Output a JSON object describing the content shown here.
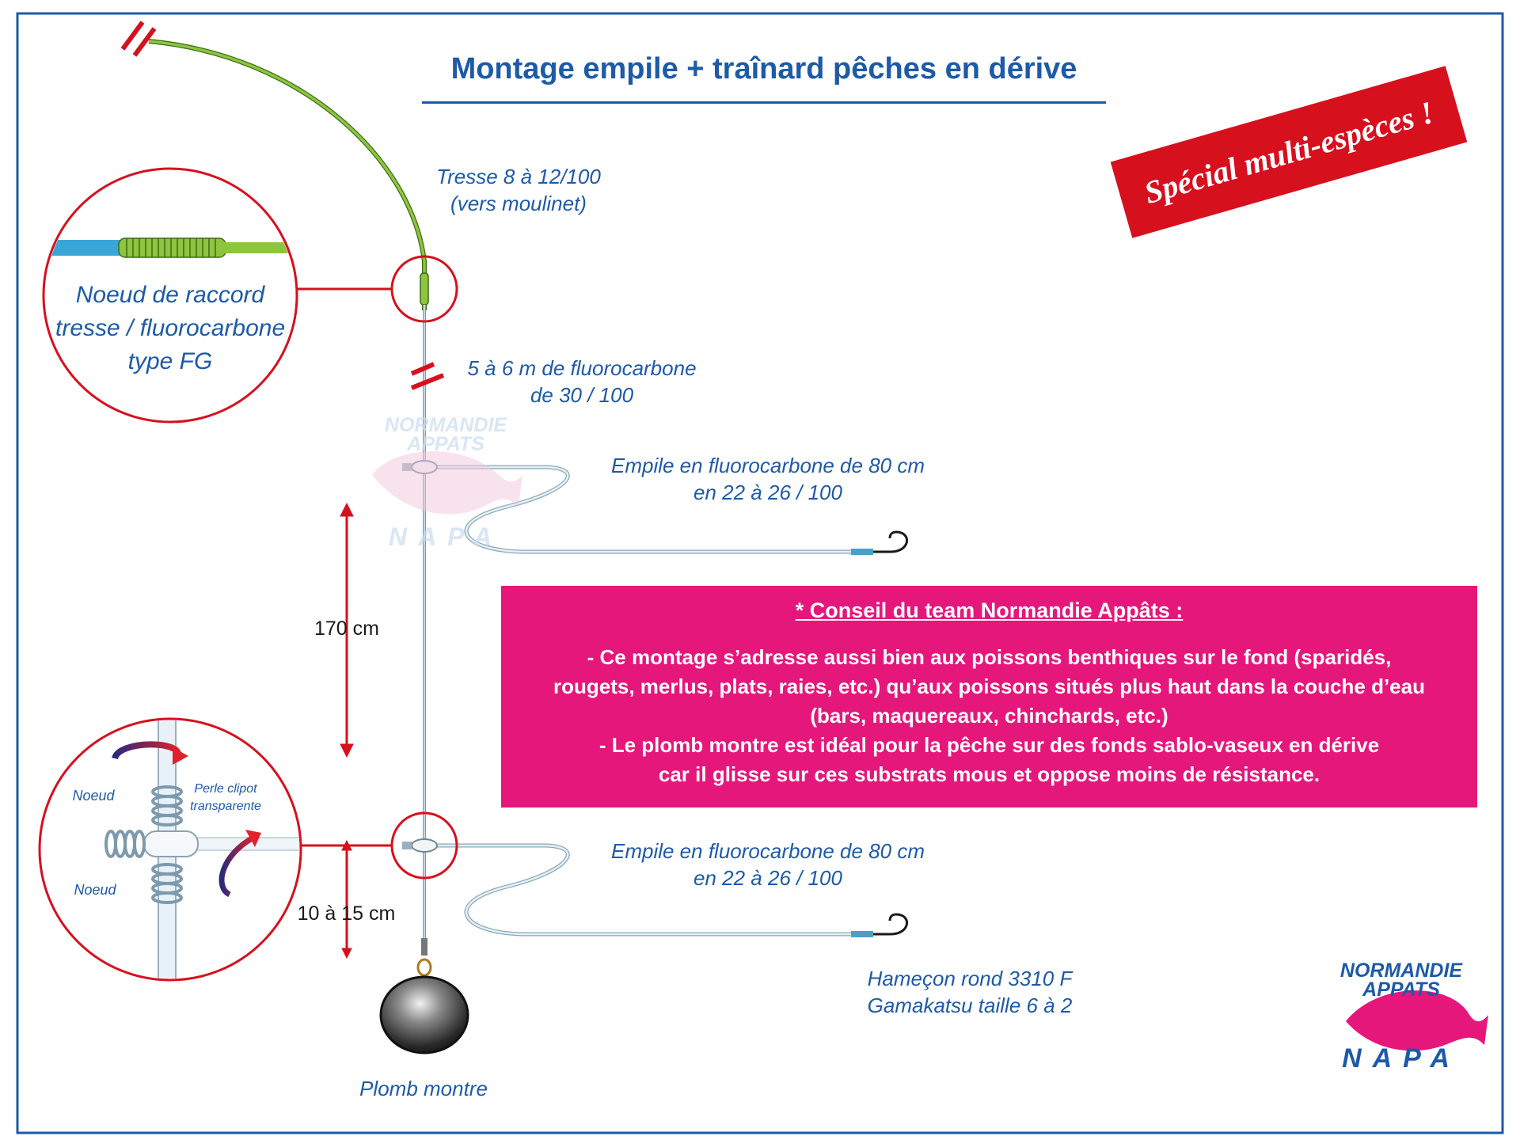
{
  "title": "Montage empile + traînard pêches en dérive",
  "badge": "Spécial multi-espèces !",
  "labels": {
    "braid": [
      "Tresse 8 à 12/100",
      "(vers moulinet)"
    ],
    "fluoro_main": [
      "5 à 6 m de fluorocarbone",
      "de 30 / 100"
    ],
    "dropper_top": [
      "Empile en fluorocarbone de 80 cm",
      "en 22  à 26 / 100"
    ],
    "dropper_bottom": [
      "Empile en fluorocarbone de 80 cm",
      "en 22 à 26 / 100"
    ],
    "hook": [
      "Hameçon rond 3310 F",
      "Gamakatsu taille 6 à 2"
    ],
    "sinker": "Plomb montre",
    "dim_long": "170 cm",
    "dim_short": "10 à 15 cm"
  },
  "detail_knot": {
    "caption": [
      "Noeud de raccord",
      "tresse / fluorocarbone",
      "type FG"
    ]
  },
  "detail_bead": {
    "knot_top": "Noeud",
    "knot_bottom": "Noeud",
    "bead": [
      "Perle clipot",
      "transparente"
    ]
  },
  "advice": {
    "title": "* Conseil du team Normandie Appâts :",
    "lines": [
      "- Ce montage s’adresse aussi bien aux poissons benthiques sur le fond (sparidés,",
      "rougets, merlus, plats, raies, etc.) qu’aux poissons situés plus haut dans la couche d’eau",
      "(bars, maquereaux, chinchards, etc.)",
      "- Le plomb montre est idéal pour la pêche sur des fonds sablo-vaseux  en dérive",
      "car  il glisse sur ces substrats mous et oppose moins de résistance."
    ]
  },
  "logo": {
    "line1": "NORMANDIE",
    "line2": "APPATS",
    "word": "NAPA"
  },
  "colors": {
    "accent_blue": "#1d5aa8",
    "red": "#d7101e",
    "magenta": "#e5177b",
    "braid_green": "#8cc63f",
    "fluoro": "#aac3d6"
  }
}
